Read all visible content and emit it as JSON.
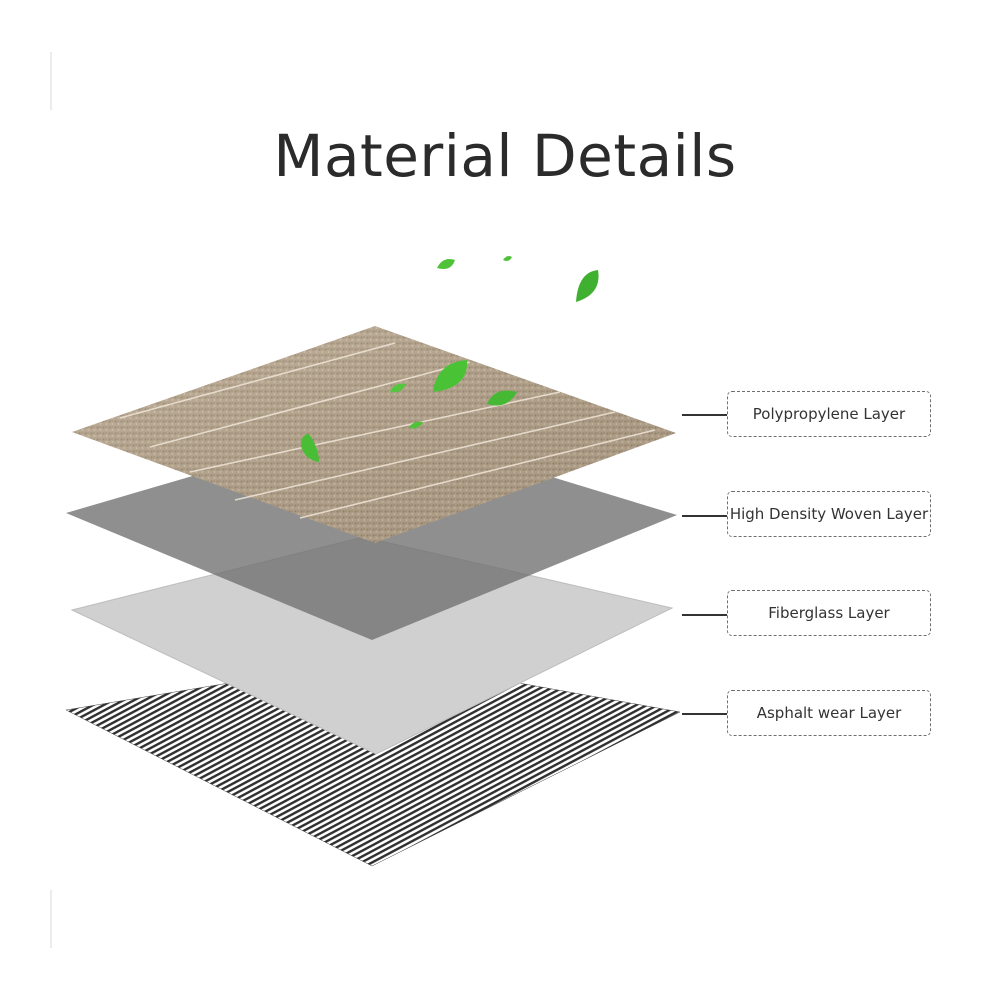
{
  "title": "Material Details",
  "layers": [
    {
      "label": "Polypropylene Layer"
    },
    {
      "label": "High Density Woven Layer"
    },
    {
      "label": "Fiberglass Layer"
    },
    {
      "label": "Asphalt wear Layer"
    }
  ],
  "colors": {
    "polypropylene": "#b7a58c",
    "woven": "#7d7d7d",
    "fiberglass": "#cfcfcf",
    "asphalt": "#2f2f2f",
    "leaf": "#4fc23a",
    "label_border": "#6f6f6f",
    "text": "#2b2b2b"
  }
}
